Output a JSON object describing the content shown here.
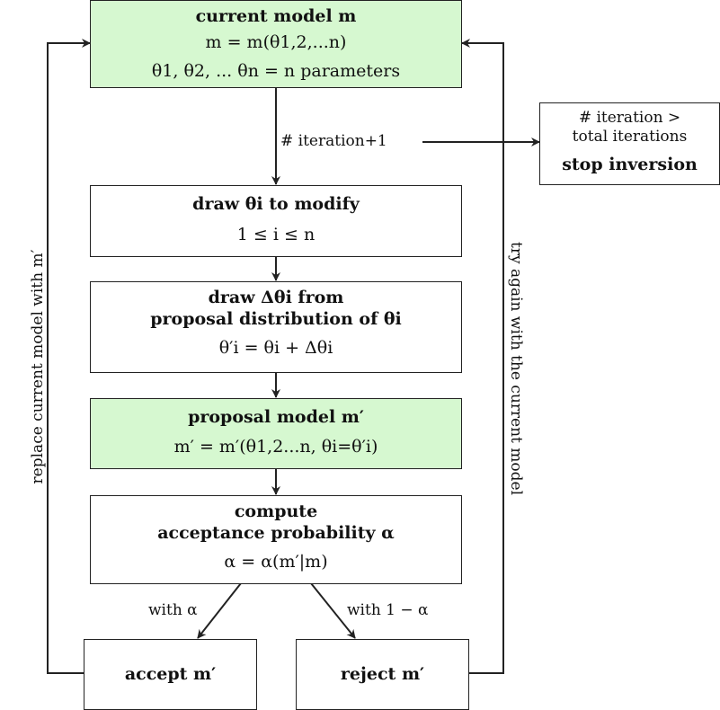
{
  "colors": {
    "highlight": "#d6f8d0",
    "stroke": "#222222",
    "background": "#ffffff"
  },
  "nodes": {
    "current_model": {
      "title": "current model m",
      "formula": "m = m(θ1,2,...n)",
      "params": "θ1, θ2, ... θn = n parameters"
    },
    "stop": {
      "line1": "# iteration >",
      "line2": "total iterations",
      "line3": "stop inversion"
    },
    "draw_theta": {
      "title": "draw θi to modify",
      "range": "1 ≤ i ≤ n"
    },
    "draw_delta": {
      "title1": "draw Δθi from",
      "title2": "proposal distribution of θi",
      "formula": "θ′i = θi + Δθi"
    },
    "proposal": {
      "title": "proposal model m′",
      "formula": "m′ = m′(θ1,2...n, θi=θ′i)"
    },
    "acceptance": {
      "title1": "compute",
      "title2": "acceptance probability α",
      "formula": "α = α(m′|m)"
    },
    "accept": {
      "label": "accept m′"
    },
    "reject": {
      "label": "reject m′"
    }
  },
  "edges": {
    "iteration": "# iteration+1",
    "with_alpha": "with α",
    "with_one_minus_alpha": "with 1 − α",
    "replace": "replace current model with m′",
    "try_again": "try again with the current model"
  }
}
